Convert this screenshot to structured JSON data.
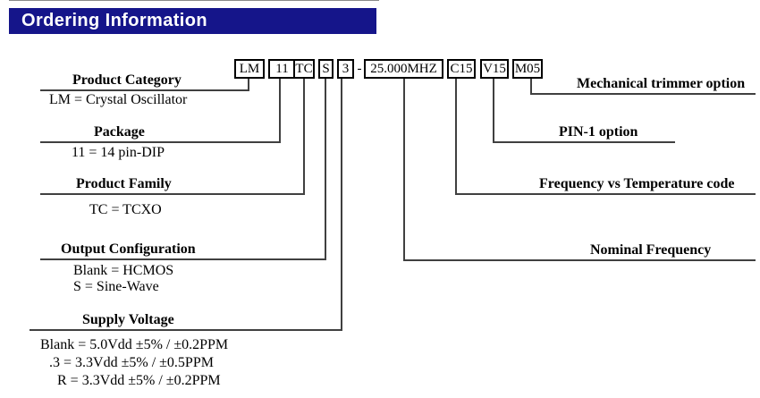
{
  "header": {
    "title": "Ordering Information"
  },
  "part_number": {
    "boxes": [
      "LM",
      "11",
      "TC",
      "S",
      "3",
      "25.000MHZ",
      "C15",
      "V15",
      "M05"
    ],
    "separator": "-"
  },
  "left_sections": [
    {
      "label": "Product Category",
      "values": [
        "LM = Crystal Oscillator"
      ]
    },
    {
      "label": "Package",
      "values": [
        "11 = 14 pin-DIP"
      ]
    },
    {
      "label": "Product Family",
      "values": [
        "TC = TCXO"
      ]
    },
    {
      "label": "Output Configuration",
      "values": [
        "Blank = HCMOS",
        "S = Sine-Wave"
      ]
    },
    {
      "label": "Supply Voltage",
      "values": [
        "Blank = 5.0Vdd ±5% / ±0.2PPM",
        ".3 = 3.3Vdd ±5% / ±0.5PPM",
        "R = 3.3Vdd ±5% / ±0.2PPM"
      ]
    }
  ],
  "right_sections": [
    {
      "label": "Mechanical trimmer option"
    },
    {
      "label": "PIN-1 option"
    },
    {
      "label": "Frequency vs Temperature code"
    },
    {
      "label": "Nominal Frequency"
    }
  ],
  "colors": {
    "header_bg": "#15158a",
    "header_text": "#ffffff",
    "connector_line": "#404040",
    "box_border": "#000000"
  }
}
